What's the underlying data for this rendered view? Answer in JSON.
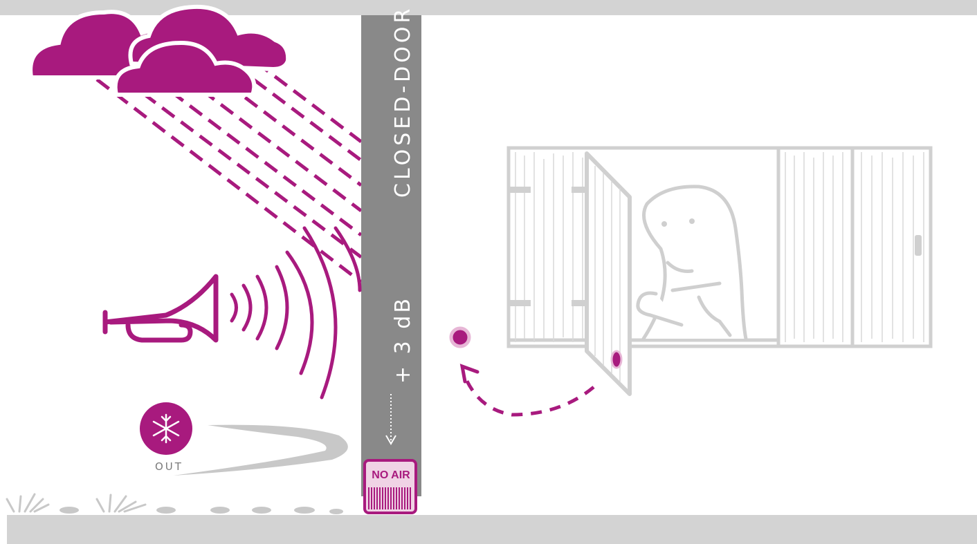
{
  "colors": {
    "accent": "#a81a7e",
    "gray_light": "#d3d3d3",
    "gray_mid": "#c8c8c8",
    "door_gray": "#898989"
  },
  "labels": {
    "door": "CLOSED-DOOR",
    "decibels": "+ 3 dB",
    "out": "OUT",
    "no_air": "NO AIR"
  },
  "icons": {
    "clouds": "cloud-icon",
    "rain": "rain-icon",
    "horn": "horn-icon",
    "sound_waves": "sound-waves-icon",
    "snowflake": "snowflake-icon",
    "vent": "vent-icon",
    "window": "window-icon",
    "person": "person-icon",
    "button_dot": "dot-icon",
    "arrow": "dashed-arrow-icon",
    "ants": "ant-icon",
    "grass": "grass-icon"
  }
}
